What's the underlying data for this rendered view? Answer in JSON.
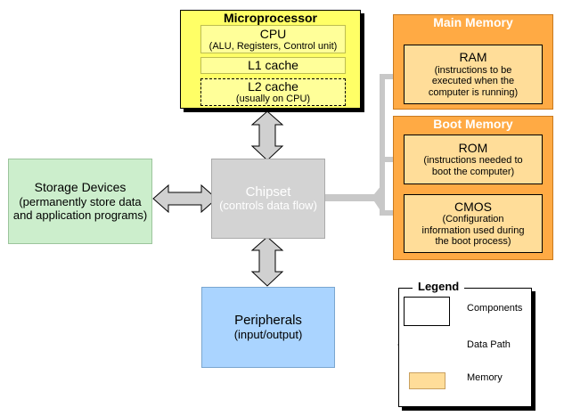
{
  "microprocessor": {
    "title": "Microprocessor",
    "cpu": {
      "label": "CPU",
      "detail": "(ALU, Registers, Control unit)"
    },
    "l1": {
      "label": "L1 cache"
    },
    "l2": {
      "label": "L2 cache",
      "detail": "(usually on CPU)"
    }
  },
  "main_memory": {
    "title": "Main Memory",
    "ram": {
      "label": "RAM",
      "detail_lines": [
        "(instructions to be",
        "executed when the",
        "computer is running)"
      ]
    }
  },
  "boot_memory": {
    "title": "Boot Memory",
    "rom": {
      "label": "ROM",
      "detail_lines": [
        "(instructions needed to",
        "boot the computer)"
      ]
    },
    "cmos": {
      "label": "CMOS",
      "detail_lines": [
        "(Configuration",
        "information used during",
        "the boot process)"
      ]
    }
  },
  "storage": {
    "label": "Storage Devices",
    "detail_lines": [
      "(permanently store data",
      "and application programs)"
    ]
  },
  "chipset": {
    "label": "Chipset",
    "detail": "(controls data flow)"
  },
  "peripherals": {
    "label": "Peripherals",
    "detail": "(input/output)"
  },
  "legend": {
    "title": "Legend",
    "items": [
      {
        "label": "Components"
      },
      {
        "label": "Data Path"
      },
      {
        "label": "Memory"
      }
    ]
  },
  "colors": {
    "microprocessor_fill": "#FFFF66",
    "memory_outer": "#FFAA44",
    "memory_inner": "#FFDD99",
    "storage_fill": "#CCEECC",
    "chipset_fill": "#D3D3D3",
    "peripherals_fill": "#AAD4FF",
    "arrow_fill": "#D0D0D0",
    "bus_gray": "#C8C8C8"
  }
}
